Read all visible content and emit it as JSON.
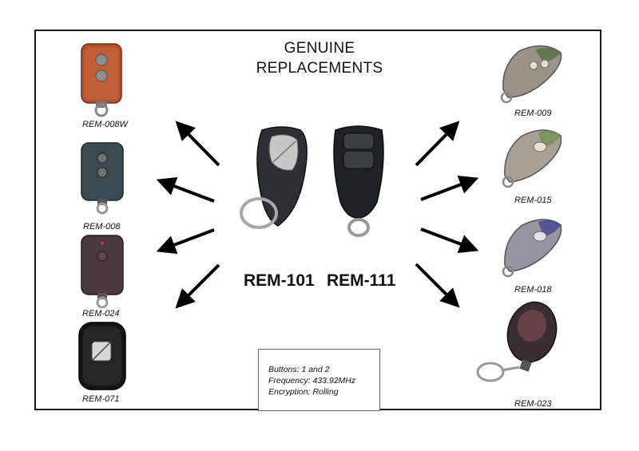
{
  "title": {
    "line1": "GENUINE",
    "line2": "REPLACEMENTS"
  },
  "main_models": {
    "left": "REM-101",
    "right": "REM-111"
  },
  "left_remotes": [
    {
      "label": "REM-008W",
      "color": "#b5532e"
    },
    {
      "label": "REM-008",
      "color": "#3b4a4f"
    },
    {
      "label": "REM-024",
      "color": "#4a3a40"
    },
    {
      "label": "REM-071",
      "color": "#151515"
    }
  ],
  "right_remotes": [
    {
      "label": "REM-009",
      "color": "#9a9488"
    },
    {
      "label": "REM-015",
      "color": "#a6a194"
    },
    {
      "label": "REM-018",
      "color": "#9894a0"
    },
    {
      "label": "REM-023",
      "color": "#3a2d31"
    }
  ],
  "specs": {
    "buttons": "Buttons: 1 and 2",
    "frequency": "Frequency: 433.92MHz",
    "encryption": "Encryption: Rolling"
  }
}
